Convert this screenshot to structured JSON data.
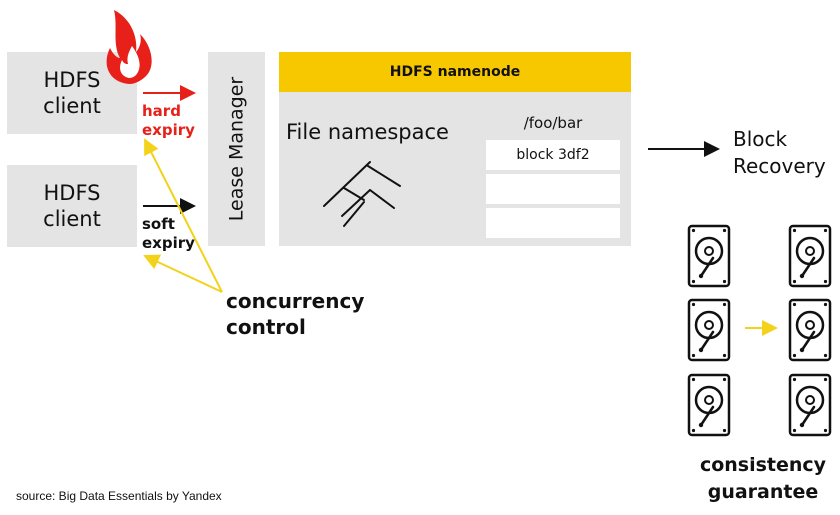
{
  "clients": [
    {
      "label": "HDFS\nclient",
      "expiry": "hard\nexpiry",
      "expiry_color": "#e8201a"
    },
    {
      "label": "HDFS\nclient",
      "expiry": "soft\nexpiry",
      "expiry_color": "#111111"
    }
  ],
  "lease_manager": "Lease Manager",
  "namenode": {
    "title": "HDFS namenode",
    "namespace_title": "File namespace",
    "path": "/foo/bar",
    "blocks": [
      "block 3df2",
      "",
      ""
    ]
  },
  "concurrency_control": "concurrency\ncontrol",
  "block_recovery": "Block\nRecovery",
  "consistency_guarantee": "consistency\nguarantee",
  "source": "source: Big Data Essentials by Yandex",
  "colors": {
    "accent": "#f7c800",
    "alert": "#e8201a",
    "panel": "#e4e4e4"
  },
  "icons": [
    "fire-icon",
    "tree-icon",
    "hard-drive-icon"
  ]
}
